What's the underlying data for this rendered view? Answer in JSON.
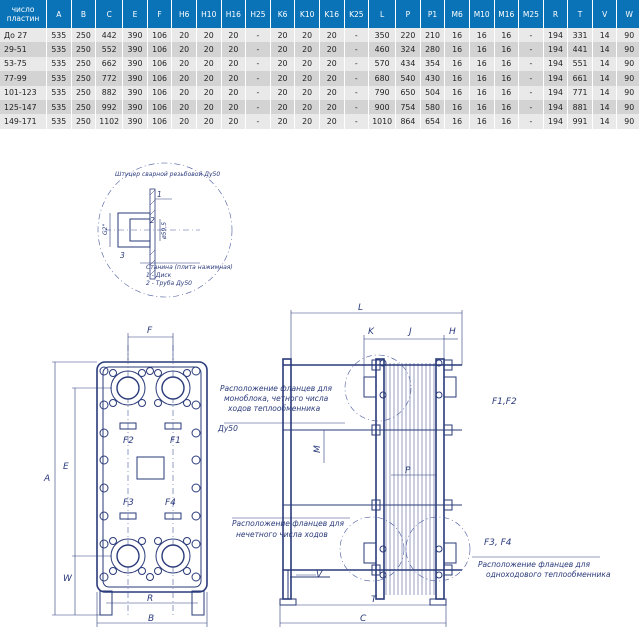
{
  "table": {
    "headers": [
      "число пластин",
      "A",
      "B",
      "C",
      "E",
      "F",
      "H6",
      "H10",
      "H16",
      "H25",
      "K6",
      "K10",
      "K16",
      "K25",
      "L",
      "P",
      "P1",
      "M6",
      "M10",
      "M16",
      "M25",
      "R",
      "T",
      "V",
      "W"
    ],
    "rows": [
      [
        "До 27",
        "535",
        "250",
        "442",
        "390",
        "106",
        "20",
        "20",
        "20",
        "-",
        "20",
        "20",
        "20",
        "-",
        "350",
        "220",
        "210",
        "16",
        "16",
        "16",
        "-",
        "194",
        "331",
        "14",
        "90"
      ],
      [
        "29-51",
        "535",
        "250",
        "552",
        "390",
        "106",
        "20",
        "20",
        "20",
        "-",
        "20",
        "20",
        "20",
        "-",
        "460",
        "324",
        "280",
        "16",
        "16",
        "16",
        "-",
        "194",
        "441",
        "14",
        "90"
      ],
      [
        "53-75",
        "535",
        "250",
        "662",
        "390",
        "106",
        "20",
        "20",
        "20",
        "-",
        "20",
        "20",
        "20",
        "-",
        "570",
        "434",
        "354",
        "16",
        "16",
        "16",
        "-",
        "194",
        "551",
        "14",
        "90"
      ],
      [
        "77-99",
        "535",
        "250",
        "772",
        "390",
        "106",
        "20",
        "20",
        "20",
        "-",
        "20",
        "20",
        "20",
        "-",
        "680",
        "540",
        "430",
        "16",
        "16",
        "16",
        "-",
        "194",
        "661",
        "14",
        "90"
      ],
      [
        "101-123",
        "535",
        "250",
        "882",
        "390",
        "106",
        "20",
        "20",
        "20",
        "-",
        "20",
        "20",
        "20",
        "-",
        "790",
        "650",
        "504",
        "16",
        "16",
        "16",
        "-",
        "194",
        "771",
        "14",
        "90"
      ],
      [
        "125-147",
        "535",
        "250",
        "992",
        "390",
        "106",
        "20",
        "20",
        "20",
        "-",
        "20",
        "20",
        "20",
        "-",
        "900",
        "754",
        "580",
        "16",
        "16",
        "16",
        "-",
        "194",
        "881",
        "14",
        "90"
      ],
      [
        "149-171",
        "535",
        "250",
        "1102",
        "390",
        "106",
        "20",
        "20",
        "20",
        "-",
        "20",
        "20",
        "20",
        "-",
        "1010",
        "864",
        "654",
        "16",
        "16",
        "16",
        "-",
        "194",
        "991",
        "14",
        "90"
      ]
    ]
  },
  "detail": {
    "title": "Штуцер сварной резьбовой Ду50",
    "dim_g": "G2\"",
    "dim_phi": "ø59,5",
    "n1": "1",
    "n2": "2",
    "n3": "3",
    "legend_plate": "Станина (плита нажимная)",
    "legend_1": "1 - Диск",
    "legend_2": "2 - Труба Ду50"
  },
  "front": {
    "dim_f": "F",
    "dim_a": "A",
    "dim_e": "E",
    "dim_w": "W",
    "dim_r": "R",
    "dim_b": "B",
    "port_f2": "F2",
    "port_f1": "F1",
    "port_f3": "F3",
    "port_f4": "F4"
  },
  "side": {
    "dim_l": "L",
    "dim_k": "K",
    "dim_j": "J",
    "dim_h": "H",
    "dim_m": "M",
    "dim_p": "P",
    "dim_v": "V",
    "dim_t": "T",
    "dim_c": "C",
    "label_f1f2": "F1,F2",
    "label_f3f4": "F3, F4",
    "note_mono_1": "Расположение фланцев для",
    "note_mono_2": "моноблока, четного числа",
    "note_mono_3": "ходов теплообменника",
    "note_mono_4": "Ду50",
    "note_odd_1": "Расположение фланцев для",
    "note_odd_2": "нечетного числа ходов",
    "note_single_1": "Расположение фланцев для",
    "note_single_2": "одноходового теплообменника"
  }
}
